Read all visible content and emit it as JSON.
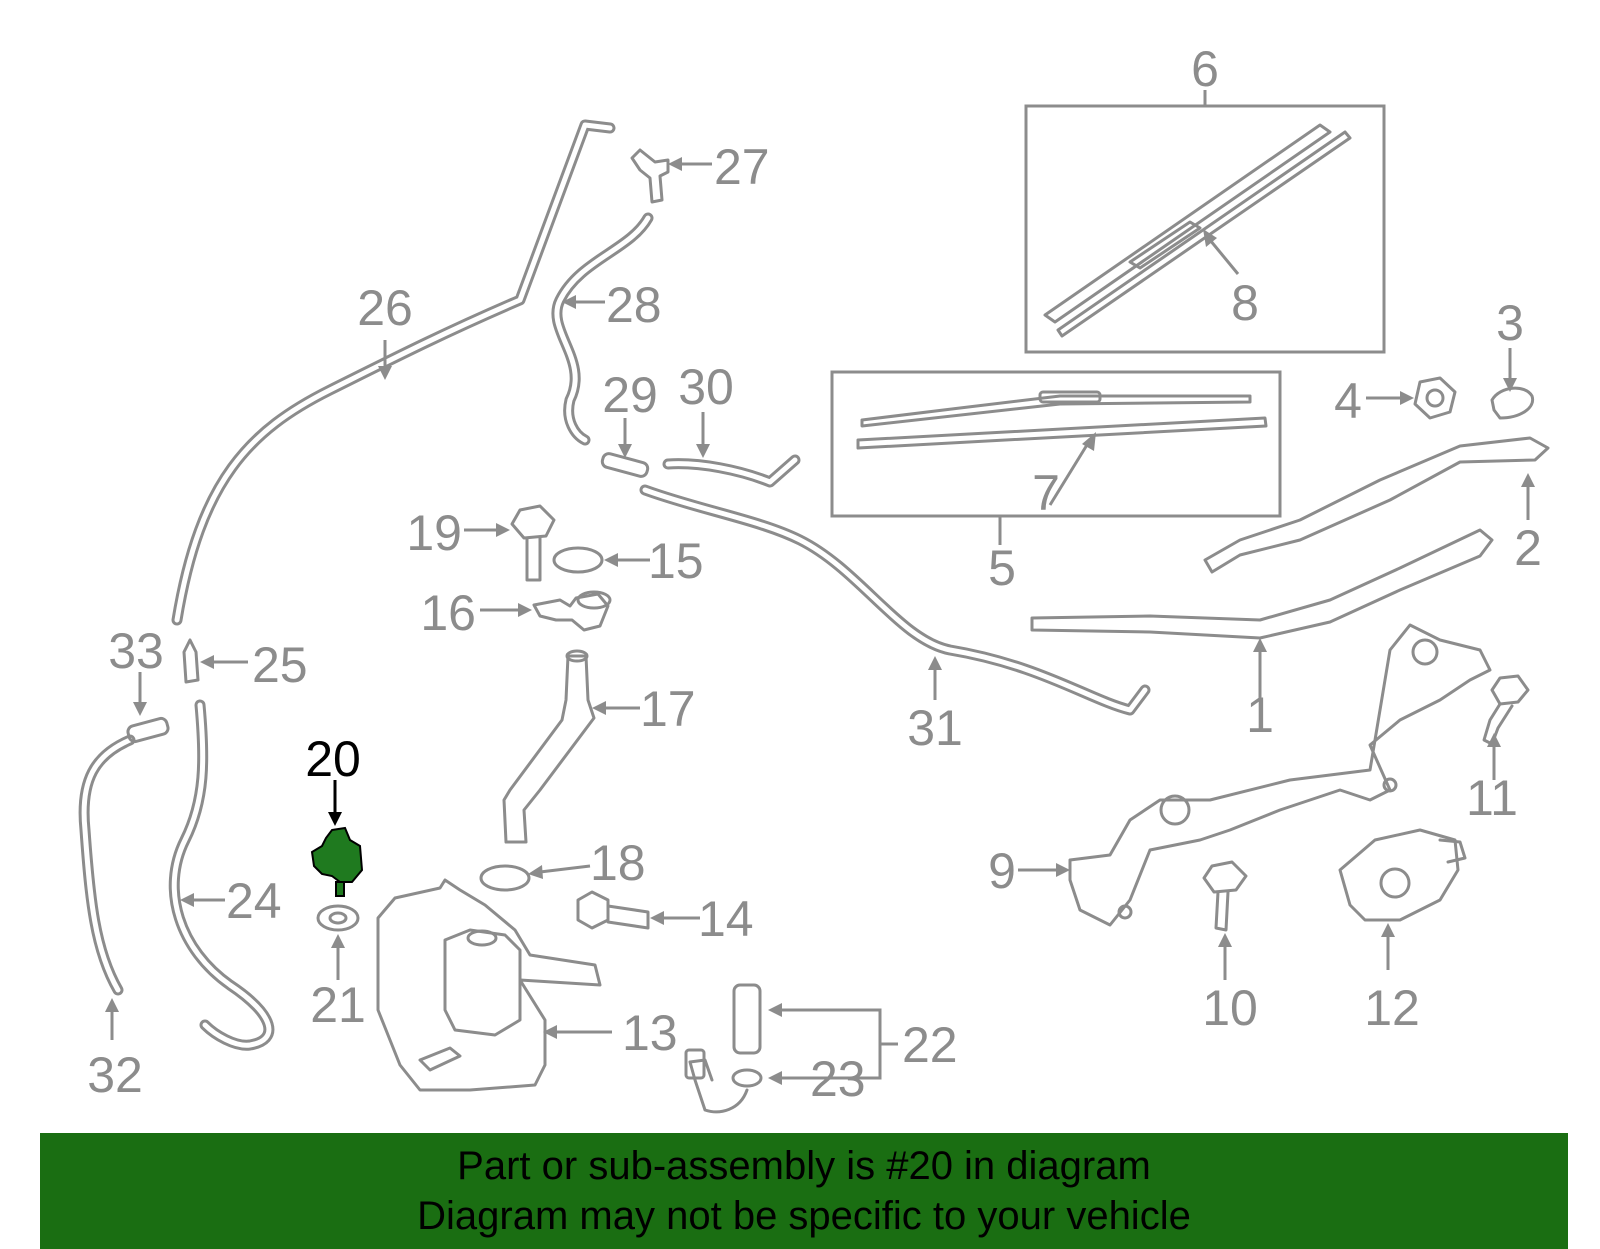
{
  "colors": {
    "line_art": "#8c8c8c",
    "highlight_part": "#1f7a1f",
    "highlight_label": "#000000",
    "banner_background": "#1a6e12",
    "banner_text": "#000000"
  },
  "callouts": {
    "c1": "1",
    "c2": "2",
    "c3": "3",
    "c4": "4",
    "c5": "5",
    "c6": "6",
    "c7": "7",
    "c8": "8",
    "c9": "9",
    "c10": "10",
    "c11": "11",
    "c12": "12",
    "c13": "13",
    "c14": "14",
    "c15": "15",
    "c16": "16",
    "c17": "17",
    "c18": "18",
    "c19": "19",
    "c20": "20",
    "c21": "21",
    "c22": "22",
    "c23": "23",
    "c24": "24",
    "c25": "25",
    "c26": "26",
    "c27": "27",
    "c28": "28",
    "c29": "29",
    "c30": "30",
    "c31": "31",
    "c32": "32",
    "c33": "33"
  },
  "banner": {
    "line1": "Part or sub-assembly is #20 in diagram",
    "line2": "Diagram may not be specific to your vehicle"
  }
}
